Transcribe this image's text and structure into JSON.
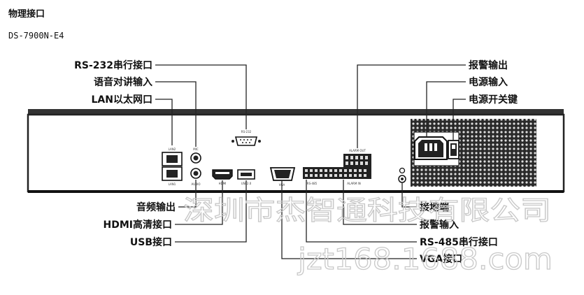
{
  "header": {
    "title": "物理接口",
    "model": "DS-7900N-E4"
  },
  "labels": {
    "rs232": "RS-232串行接口",
    "audio_talk_in": "语音对讲输入",
    "lan": "LAN以太网口",
    "alarm_out": "报警输出",
    "power_in": "电源输入",
    "power_switch": "电源开关键",
    "audio_out": "音频输出",
    "hdmi": "HDMI高清接口",
    "usb": "USB接口",
    "ground": "接地端",
    "alarm_in": "报警输入",
    "rs485": "RS-485串行接口",
    "vga": "VGA接口"
  },
  "silkscreen": {
    "lan2": "LAN2",
    "lan1": "LAN1",
    "mic": "MIC",
    "audio": "AUDIO",
    "rs232": "RS-232",
    "hdmi": "HDMI",
    "usb": "USB2.0",
    "vga": "VGA",
    "rs485": "RS-485",
    "alarm_out": "ALARM OUT",
    "alarm_in": "ALARM IN"
  },
  "watermark": {
    "line1": "深圳市杰智通科技有限公司",
    "line2": "jzt168.1688.com"
  }
}
